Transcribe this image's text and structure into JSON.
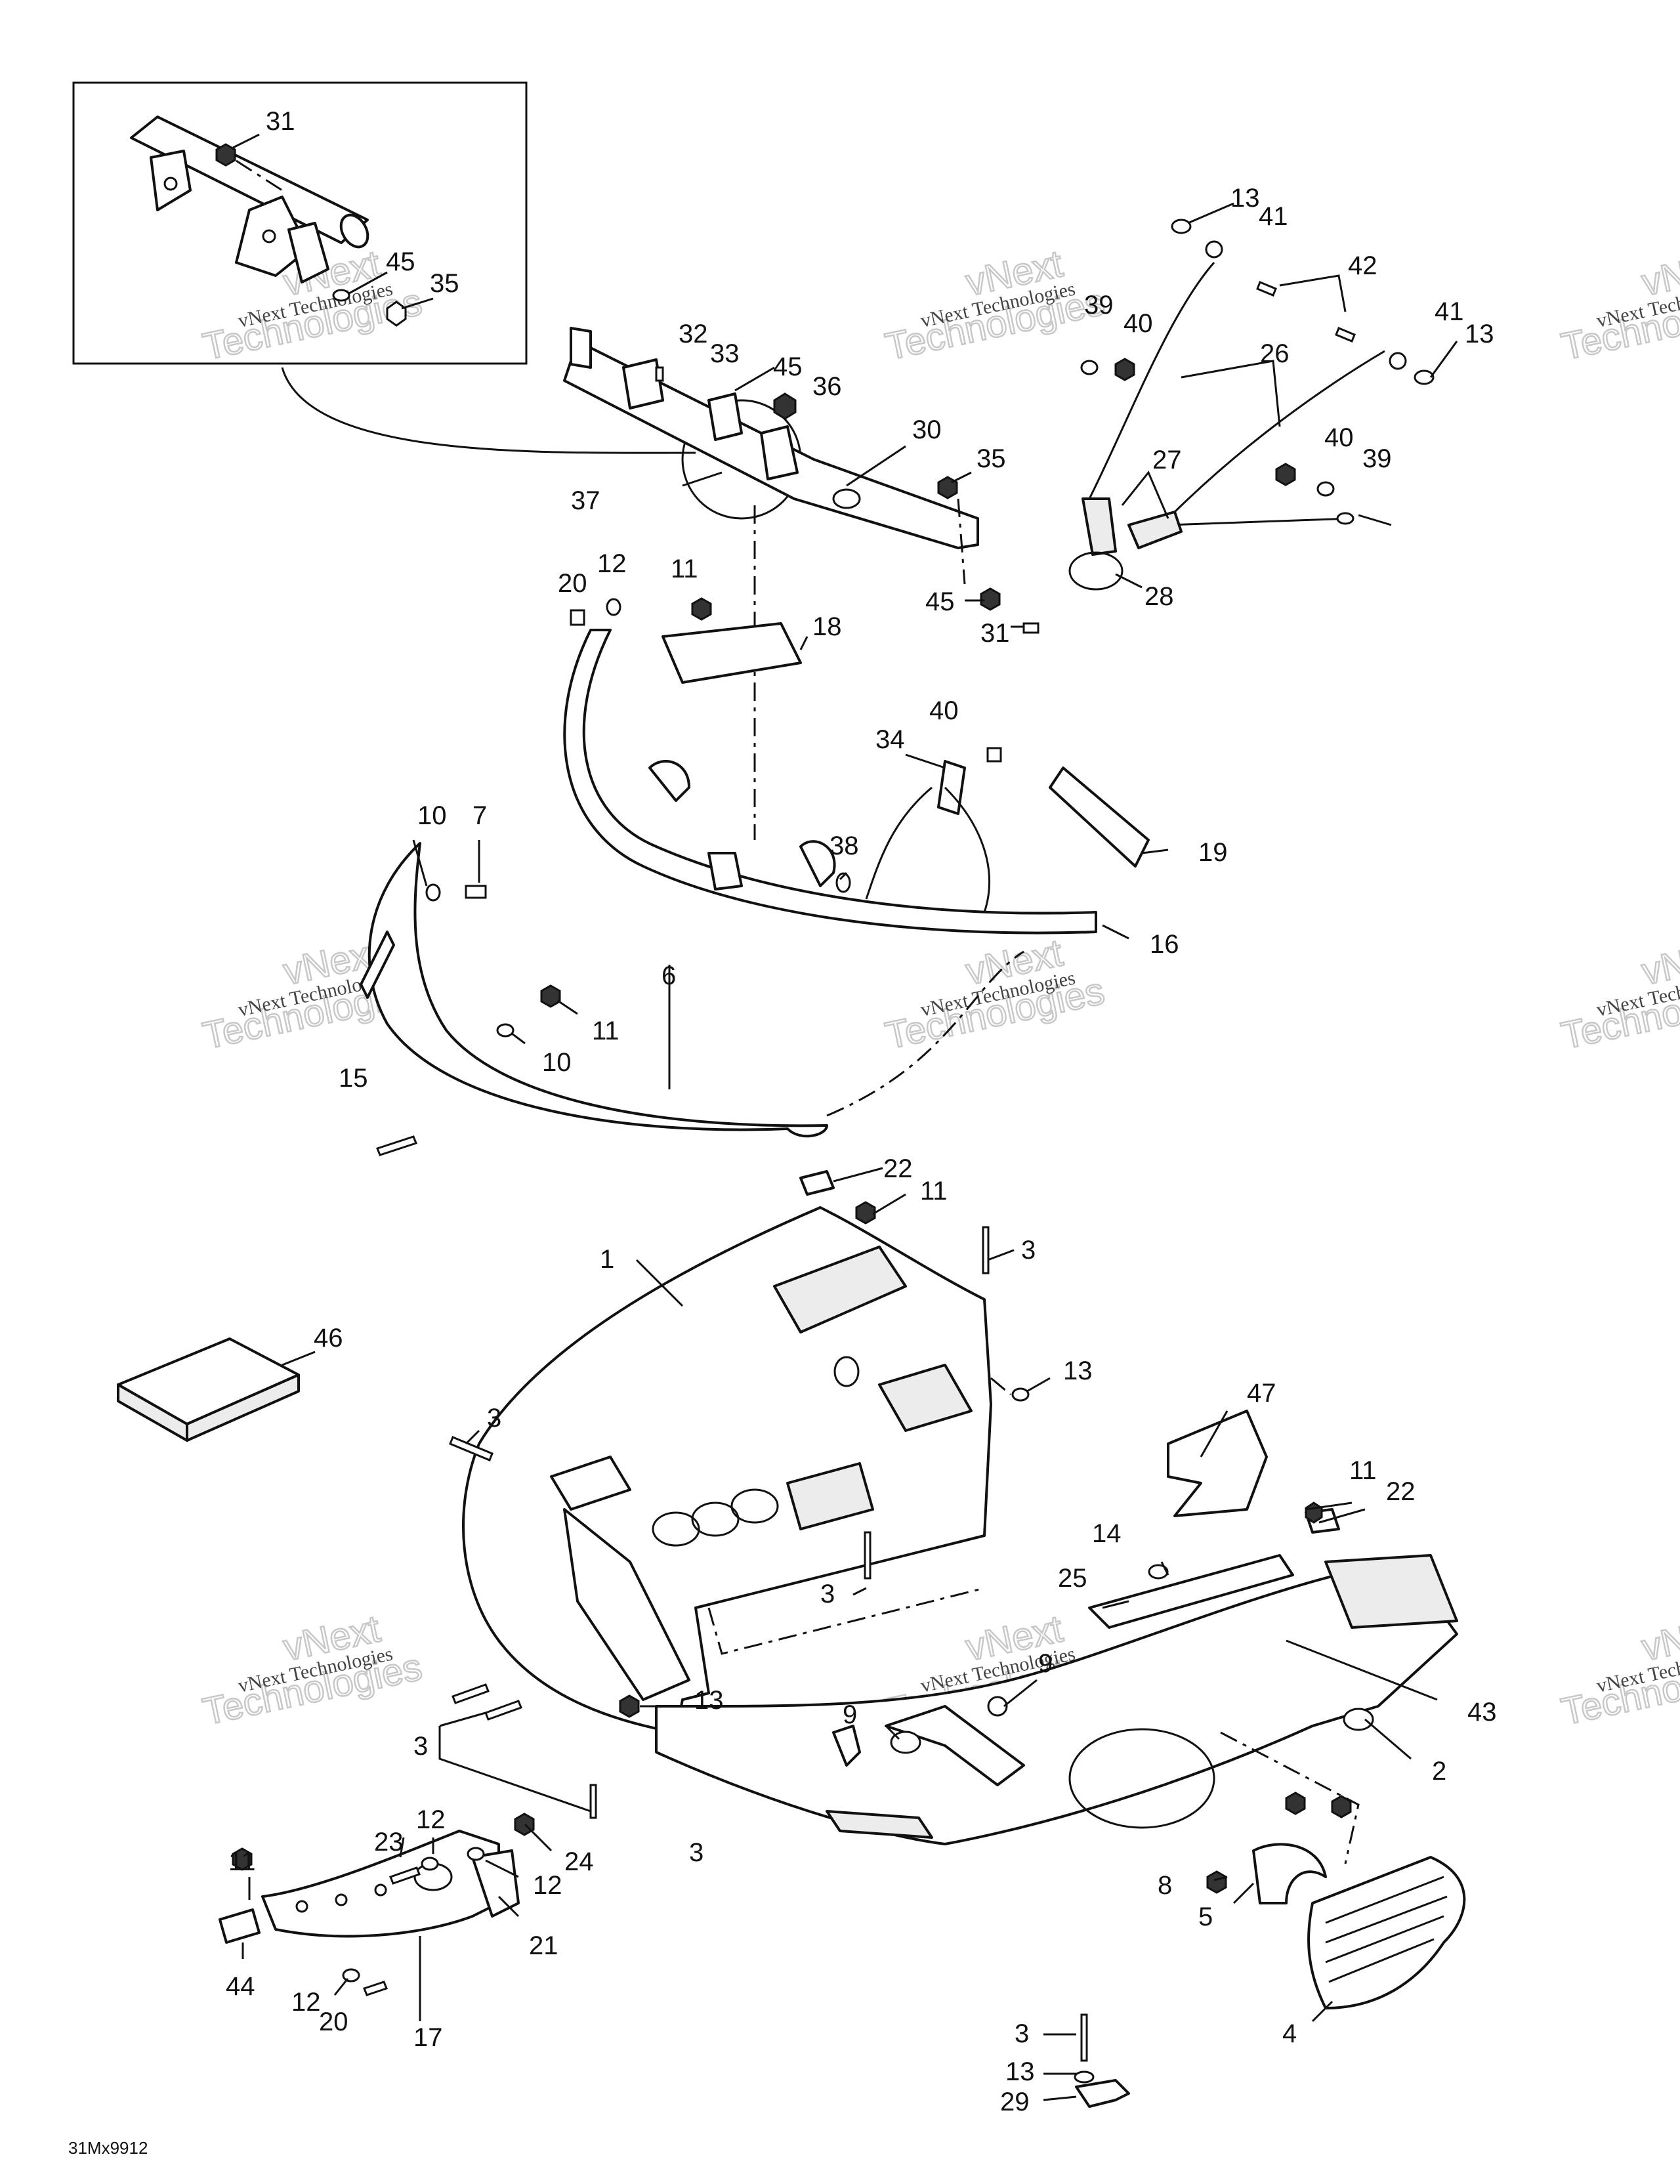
{
  "drawing_code": "31Mx9912",
  "watermark": {
    "line_small": "vNext Technologies",
    "line_big_1": "vNext",
    "line_big_2": "Technologies"
  },
  "callouts": [
    {
      "id": "c31a",
      "text": "31"
    },
    {
      "id": "c45a",
      "text": "45"
    },
    {
      "id": "c35a",
      "text": "35"
    },
    {
      "id": "c32",
      "text": "32"
    },
    {
      "id": "c33",
      "text": "33"
    },
    {
      "id": "c45b",
      "text": "45"
    },
    {
      "id": "c36",
      "text": "36"
    },
    {
      "id": "c30",
      "text": "30"
    },
    {
      "id": "c37",
      "text": "37"
    },
    {
      "id": "c35b",
      "text": "35"
    },
    {
      "id": "c45c",
      "text": "45"
    },
    {
      "id": "c31b",
      "text": "31"
    },
    {
      "id": "c13a",
      "text": "13"
    },
    {
      "id": "c41a",
      "text": "41"
    },
    {
      "id": "c42",
      "text": "42"
    },
    {
      "id": "c39a",
      "text": "39"
    },
    {
      "id": "c40a",
      "text": "40"
    },
    {
      "id": "c41b",
      "text": "41"
    },
    {
      "id": "c13b",
      "text": "13"
    },
    {
      "id": "c26",
      "text": "26"
    },
    {
      "id": "c27",
      "text": "27"
    },
    {
      "id": "c40b",
      "text": "40"
    },
    {
      "id": "c39b",
      "text": "39"
    },
    {
      "id": "c28",
      "text": "28"
    },
    {
      "id": "c20a",
      "text": "20"
    },
    {
      "id": "c12a",
      "text": "12"
    },
    {
      "id": "c11a",
      "text": "11"
    },
    {
      "id": "c18",
      "text": "18"
    },
    {
      "id": "c40c",
      "text": "40"
    },
    {
      "id": "c34",
      "text": "34"
    },
    {
      "id": "c19",
      "text": "19"
    },
    {
      "id": "c38",
      "text": "38"
    },
    {
      "id": "c16",
      "text": "16"
    },
    {
      "id": "c10a",
      "text": "10"
    },
    {
      "id": "c7",
      "text": "7"
    },
    {
      "id": "c6",
      "text": "6"
    },
    {
      "id": "c11b",
      "text": "11"
    },
    {
      "id": "c10b",
      "text": "10"
    },
    {
      "id": "c15",
      "text": "15"
    },
    {
      "id": "c22a",
      "text": "22"
    },
    {
      "id": "c11c",
      "text": "11"
    },
    {
      "id": "c1",
      "text": "1"
    },
    {
      "id": "c3a",
      "text": "3"
    },
    {
      "id": "c46",
      "text": "46"
    },
    {
      "id": "c13c",
      "text": "13"
    },
    {
      "id": "c3b",
      "text": "3"
    },
    {
      "id": "c47",
      "text": "47"
    },
    {
      "id": "c11d",
      "text": "11"
    },
    {
      "id": "c22b",
      "text": "22"
    },
    {
      "id": "c14",
      "text": "14"
    },
    {
      "id": "c25",
      "text": "25"
    },
    {
      "id": "c3c",
      "text": "3"
    },
    {
      "id": "c9a",
      "text": "9"
    },
    {
      "id": "c43",
      "text": "43"
    },
    {
      "id": "c13d",
      "text": "13"
    },
    {
      "id": "c9b",
      "text": "9"
    },
    {
      "id": "c2",
      "text": "2"
    },
    {
      "id": "c3d",
      "text": "3"
    },
    {
      "id": "c3e",
      "text": "3"
    },
    {
      "id": "c11e",
      "text": "11"
    },
    {
      "id": "c23",
      "text": "23"
    },
    {
      "id": "c12b",
      "text": "12"
    },
    {
      "id": "c24",
      "text": "24"
    },
    {
      "id": "c12c",
      "text": "12"
    },
    {
      "id": "c8",
      "text": "8"
    },
    {
      "id": "c5",
      "text": "5"
    },
    {
      "id": "c21",
      "text": "21"
    },
    {
      "id": "c44",
      "text": "44"
    },
    {
      "id": "c12d",
      "text": "12"
    },
    {
      "id": "c20b",
      "text": "20"
    },
    {
      "id": "c17",
      "text": "17"
    },
    {
      "id": "c4",
      "text": "4"
    },
    {
      "id": "c3f",
      "text": "3"
    },
    {
      "id": "c13e",
      "text": "13"
    },
    {
      "id": "c29",
      "text": "29"
    }
  ]
}
